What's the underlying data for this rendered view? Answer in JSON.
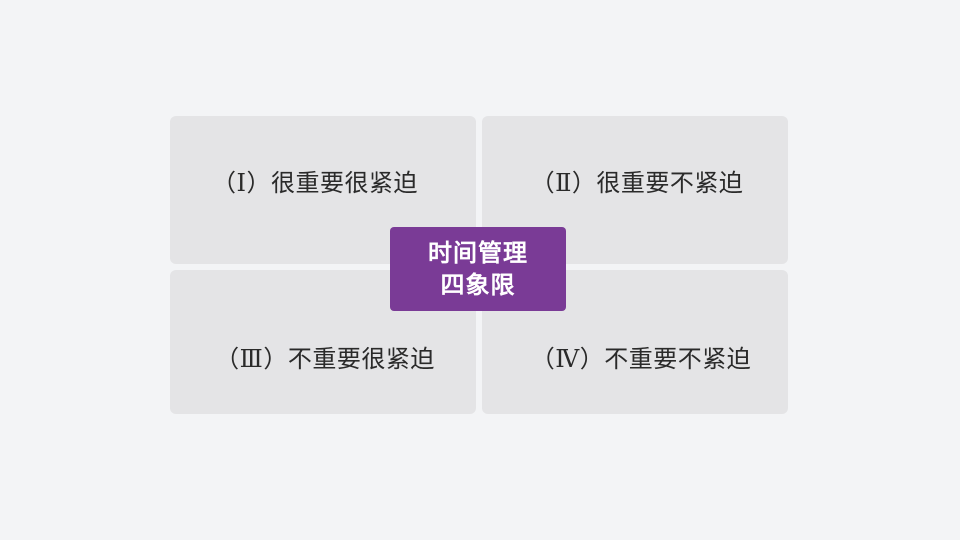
{
  "quadrants": {
    "q1": "（Ⅰ）很重要很紧迫",
    "q2": "（Ⅱ）很重要不紧迫",
    "q3": "（Ⅲ）不重要很紧迫",
    "q4": "（Ⅳ）不重要不紧迫"
  },
  "center": {
    "line1": "时间管理",
    "line2": "四象限"
  },
  "colors": {
    "background": "#f3f4f6",
    "quadrant": "#e4e4e6",
    "center_box": "#7a3b96",
    "text": "#2a2a2a"
  }
}
